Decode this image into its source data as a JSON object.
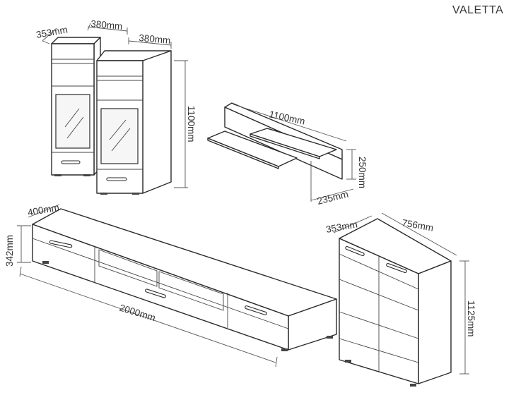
{
  "brand": "VALETTA",
  "dimensions": {
    "vitrine_depth": "353mm",
    "vitrine_width_left": "380mm",
    "vitrine_width_right": "380mm",
    "vitrine_height": "1100mm",
    "shelf_width": "1100mm",
    "shelf_height": "250mm",
    "shelf_depth": "235mm",
    "tv_depth": "400mm",
    "tv_height": "342mm",
    "tv_width": "2000mm",
    "chest_depth": "353mm",
    "chest_width": "756mm",
    "chest_height": "1125mm"
  }
}
